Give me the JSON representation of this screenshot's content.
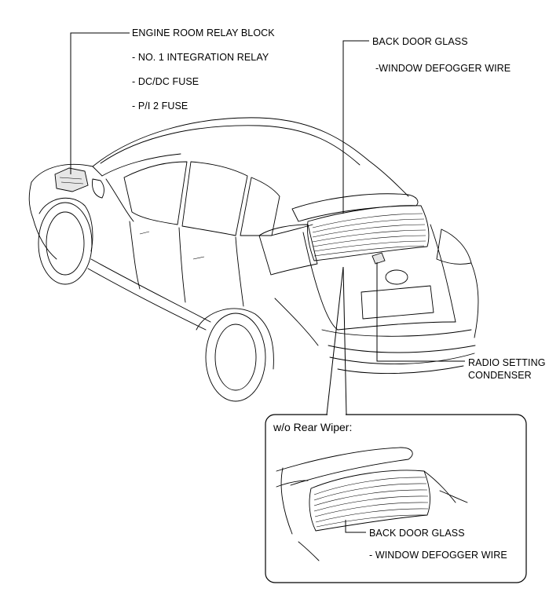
{
  "labels": {
    "engine_room_relay_block": "ENGINE ROOM RELAY BLOCK",
    "no1_integration_relay": "- NO. 1 INTEGRATION RELAY",
    "dcdc_fuse": "- DC/DC FUSE",
    "pi2_fuse": "- P/I 2 FUSE",
    "back_door_glass": "BACK DOOR GLASS",
    "window_defogger_wire": "-WINDOW DEFOGGER WIRE",
    "radio_setting_line1": "RADIO SETTING",
    "radio_setting_line2": "CONDENSER"
  },
  "inset": {
    "title": "w/o Rear Wiper:",
    "back_door_glass": "BACK DOOR GLASS",
    "window_defogger_wire": "- WINDOW DEFOGGER WIRE"
  }
}
